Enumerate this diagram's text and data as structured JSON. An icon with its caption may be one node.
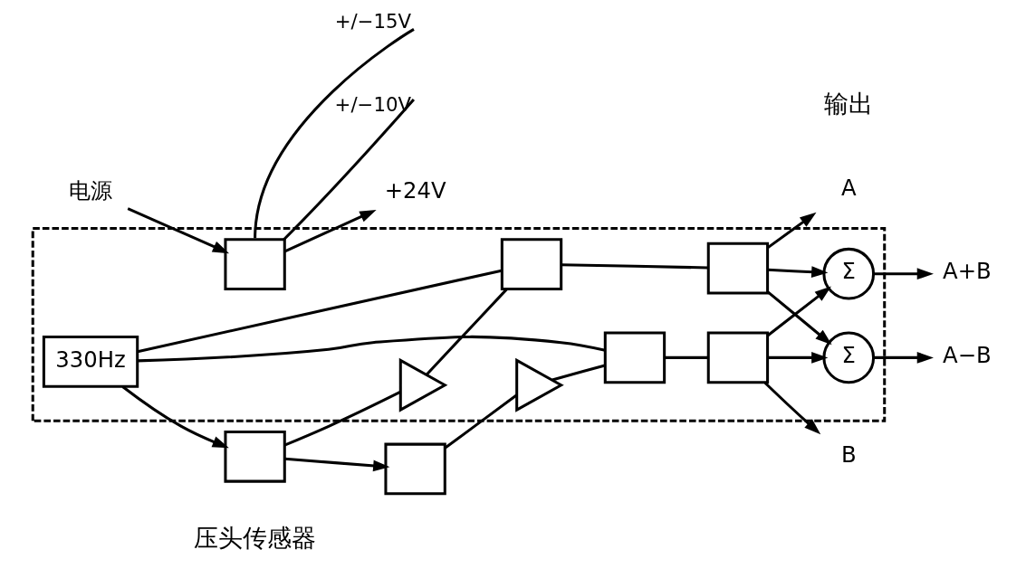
{
  "diagram": {
    "nodes": [
      {
        "text": [],
        "shape": "box"
      },
      {
        "text": [
          "电源"
        ]
      },
      {
        "text": [],
        "shape": "box",
        "in": 0
      },
      {
        "text": [
          "+24V"
        ]
      },
      {
        "text": [
          "330Hz"
        ],
        "in": 0
      },
      {
        "text": [],
        "shape": "box"
      },
      {
        "text": [],
        "shape": "triangle",
        "in": 0
      },
      {
        "text": [],
        "shape": "box",
        "in": 0
      },
      {
        "text": [],
        "shape": "box",
        "in": 0
      },
      {
        "text": [],
        "shape": "box"
      },
      {
        "text": [],
        "shape": "triangle",
        "in": 0
      },
      {
        "text": [],
        "shape": "box",
        "in": 0
      },
      {
        "text": [],
        "shape": "box",
        "in": 0
      },
      {
        "text": [
          "Σ"
        ],
        "in": 0
      },
      {
        "text": [
          "Σ"
        ],
        "in": 0
      },
      {
        "text": [
          "A"
        ]
      },
      {
        "text": [
          "A+B"
        ]
      },
      {
        "text": [
          "A−B"
        ]
      },
      {
        "text": [
          "B"
        ]
      }
    ],
    "edges": [
      {
        "from": 1,
        "to": 2,
        "arrow": "to"
      },
      {
        "from": 2,
        "to": null,
        "arrow": "none",
        "label": "+/−15V"
      },
      {
        "from": 2,
        "to": null,
        "arrow": "none",
        "label": "+/−10V"
      },
      {
        "from": 2,
        "to": 3,
        "arrow": "to"
      },
      {
        "from": 4,
        "to": 5,
        "arrow": "to"
      },
      {
        "from": 5,
        "to": 9,
        "arrow": "to"
      },
      {
        "from": 4,
        "to": 7,
        "arrow": "none"
      },
      {
        "from": 4,
        "to": 11,
        "arrow": "none"
      },
      {
        "from": 5,
        "to": 6,
        "arrow": "none"
      },
      {
        "from": 6,
        "to": 7,
        "arrow": "none"
      },
      {
        "from": 7,
        "to": 8,
        "arrow": "none"
      },
      {
        "from": 8,
        "to": 15,
        "arrow": "to"
      },
      {
        "from": 9,
        "to": 10,
        "arrow": "none"
      },
      {
        "from": 10,
        "to": 11,
        "arrow": "none"
      },
      {
        "from": 11,
        "to": 12,
        "arrow": "none"
      },
      {
        "from": 12,
        "to": 18,
        "arrow": "to"
      },
      {
        "from": 8,
        "to": 13,
        "arrow": "to"
      },
      {
        "from": 8,
        "to": 14,
        "arrow": "to"
      },
      {
        "from": 12,
        "to": 13,
        "arrow": "to"
      },
      {
        "from": 12,
        "to": 14,
        "arrow": "to"
      },
      {
        "from": 13,
        "to": 16,
        "arrow": "to"
      },
      {
        "from": 14,
        "to": 17,
        "arrow": "to"
      }
    ],
    "labels": [
      "压头传感器",
      "输出"
    ]
  }
}
